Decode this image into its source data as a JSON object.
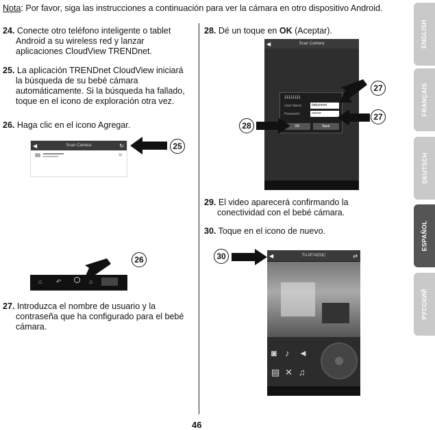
{
  "note": {
    "label": "Nota",
    "text": ": Por favor, siga las instrucciones a continuación para ver la cámara en otro dispositivo Android."
  },
  "steps": {
    "s24": {
      "num": "24.",
      "line1": "Conecte otro teléfono inteligente o tablet",
      "line2": "Android a su wireless red y lanzar",
      "line3": "aplicaciones CloudView TRENDnet."
    },
    "s25": {
      "num": "25.",
      "line1": "La aplicación TRENDnet CloudView iniciará",
      "line2": "la búsqueda de su bebé cámara",
      "line3": "automáticamente. Si la búsqueda ha fallado,",
      "line4": "toque en el icono de exploración otra vez."
    },
    "s26": {
      "num": "26.",
      "line1": "Haga clic en el icono Agregar."
    },
    "s27": {
      "num": "27.",
      "line1": "Introduzca el nombre de usuario y la",
      "line2": "contraseña que ha configurado para el bebé",
      "line3": "cámara."
    },
    "s28": {
      "num": "28.",
      "pre": "Dé un toque en ",
      "bold": "OK",
      "post": " (Aceptar)."
    },
    "s29": {
      "num": "29.",
      "line1": "El video aparecerá confirmando la",
      "line2": "conectividad con el bebé cámara."
    },
    "s30": {
      "num": "30.",
      "line1": "Toque en el icono de nuevo."
    }
  },
  "screens": {
    "scan_title": "Scan Camera",
    "dialog_user_label": "User Name",
    "dialog_user_value": "babyroom",
    "dialog_pass_label": "Password",
    "dialog_pass_value": "••••••••",
    "dialog_id": "11111111",
    "ok_label": "OK",
    "cancel_label": "Back",
    "video_title": "TV-IP743SIC"
  },
  "callouts": {
    "c25": "25",
    "c26": "26",
    "c27a": "27",
    "c27b": "27",
    "c28": "28",
    "c30": "30"
  },
  "tabs": [
    "ENGLISH",
    "FRANÇAIS",
    "DEUTSCH",
    "ESPAÑOL",
    "РУССКИЙ"
  ],
  "page_number": "46"
}
